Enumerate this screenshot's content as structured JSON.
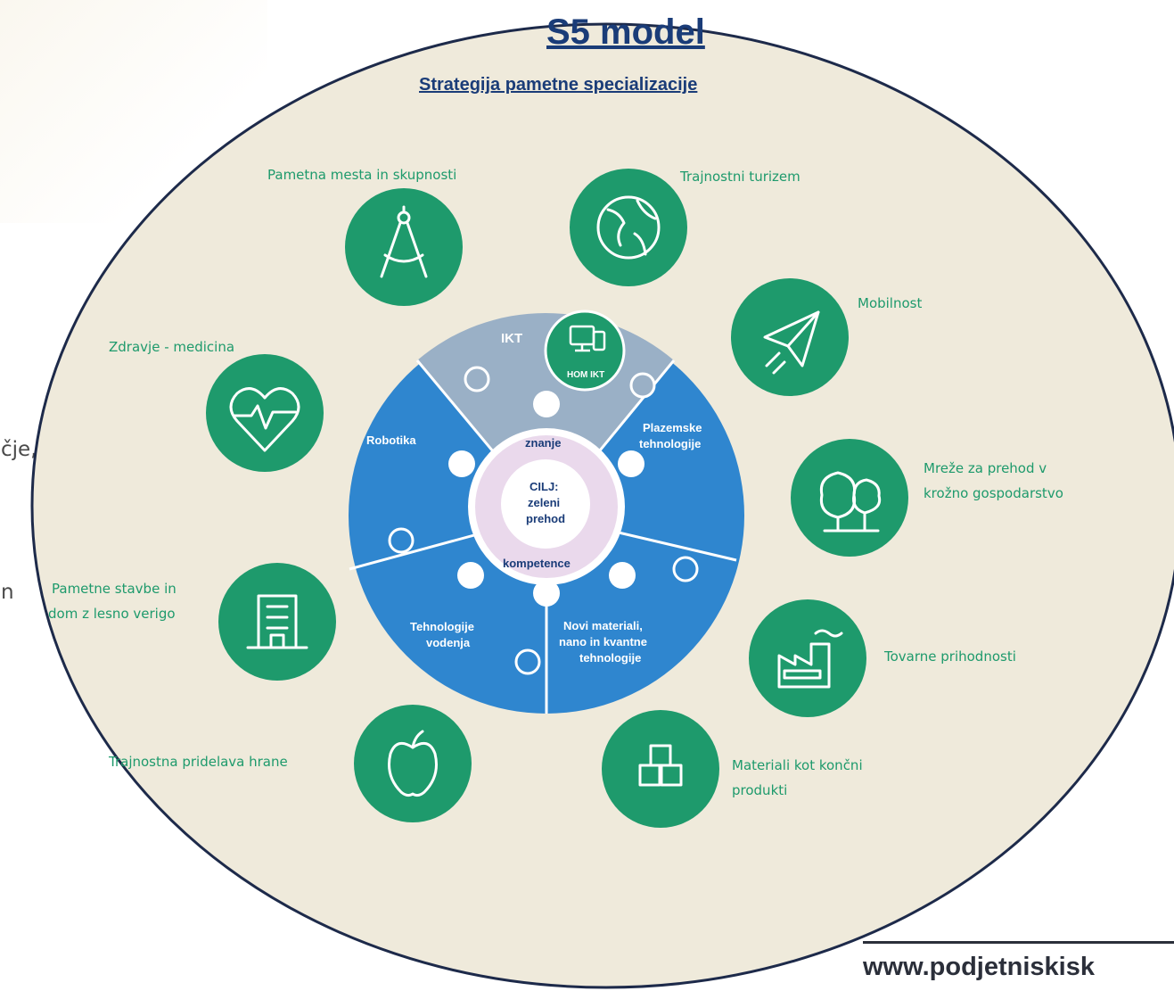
{
  "header": {
    "title": "S5 model",
    "subtitle": "Strategija pametne specializacije"
  },
  "side_fragments": [
    "čje,",
    "n"
  ],
  "footer": {
    "url": "www.podjetniskisk"
  },
  "colors": {
    "background": "#efeadb",
    "icon_green": "#1e9a6c",
    "wheel_blue": "#2f86cf",
    "ikt_gray": "#9ab0c6",
    "center_lilac": "#e6d6ea",
    "title_blue": "#1a3c78"
  },
  "domains": [
    {
      "label": "Pametna mesta in skupnosti",
      "icon": "compass-icon"
    },
    {
      "label": "Trajnostni turizem",
      "icon": "globe-icon"
    },
    {
      "label": "Mobilnost",
      "icon": "paper-plane-icon"
    },
    {
      "label": "Zdravje - medicina",
      "icon": "heart-pulse-icon"
    },
    {
      "label": "Mreže za prehod v",
      "label2": "krožno gospodarstvo",
      "icon": "trees-icon"
    },
    {
      "label": "Pametne stavbe in",
      "label2": "dom z lesno verigo",
      "icon": "building-icon"
    },
    {
      "label": "Tovarne prihodnosti",
      "icon": "factory-icon"
    },
    {
      "label": "Trajnostna pridelava hrane",
      "icon": "apple-icon"
    },
    {
      "label": "Materiali kot končni",
      "label2": "produkti",
      "icon": "cubes-icon"
    }
  ],
  "wheel": {
    "ikt": "IKT",
    "hom_ikt": "HOM IKT",
    "robotika": "Robotika",
    "plazemske": [
      "Plazemske",
      "tehnologije"
    ],
    "tehnologije_vodenja": [
      "Tehnologije",
      "vodenja"
    ],
    "novi_materiali": [
      "Novi materiali,",
      "nano in kvantne",
      "tehnologije"
    ],
    "znanje": "znanje",
    "kompetence": "kompetence",
    "cilj": [
      "CILJ:",
      "zeleni",
      "prehod"
    ]
  }
}
